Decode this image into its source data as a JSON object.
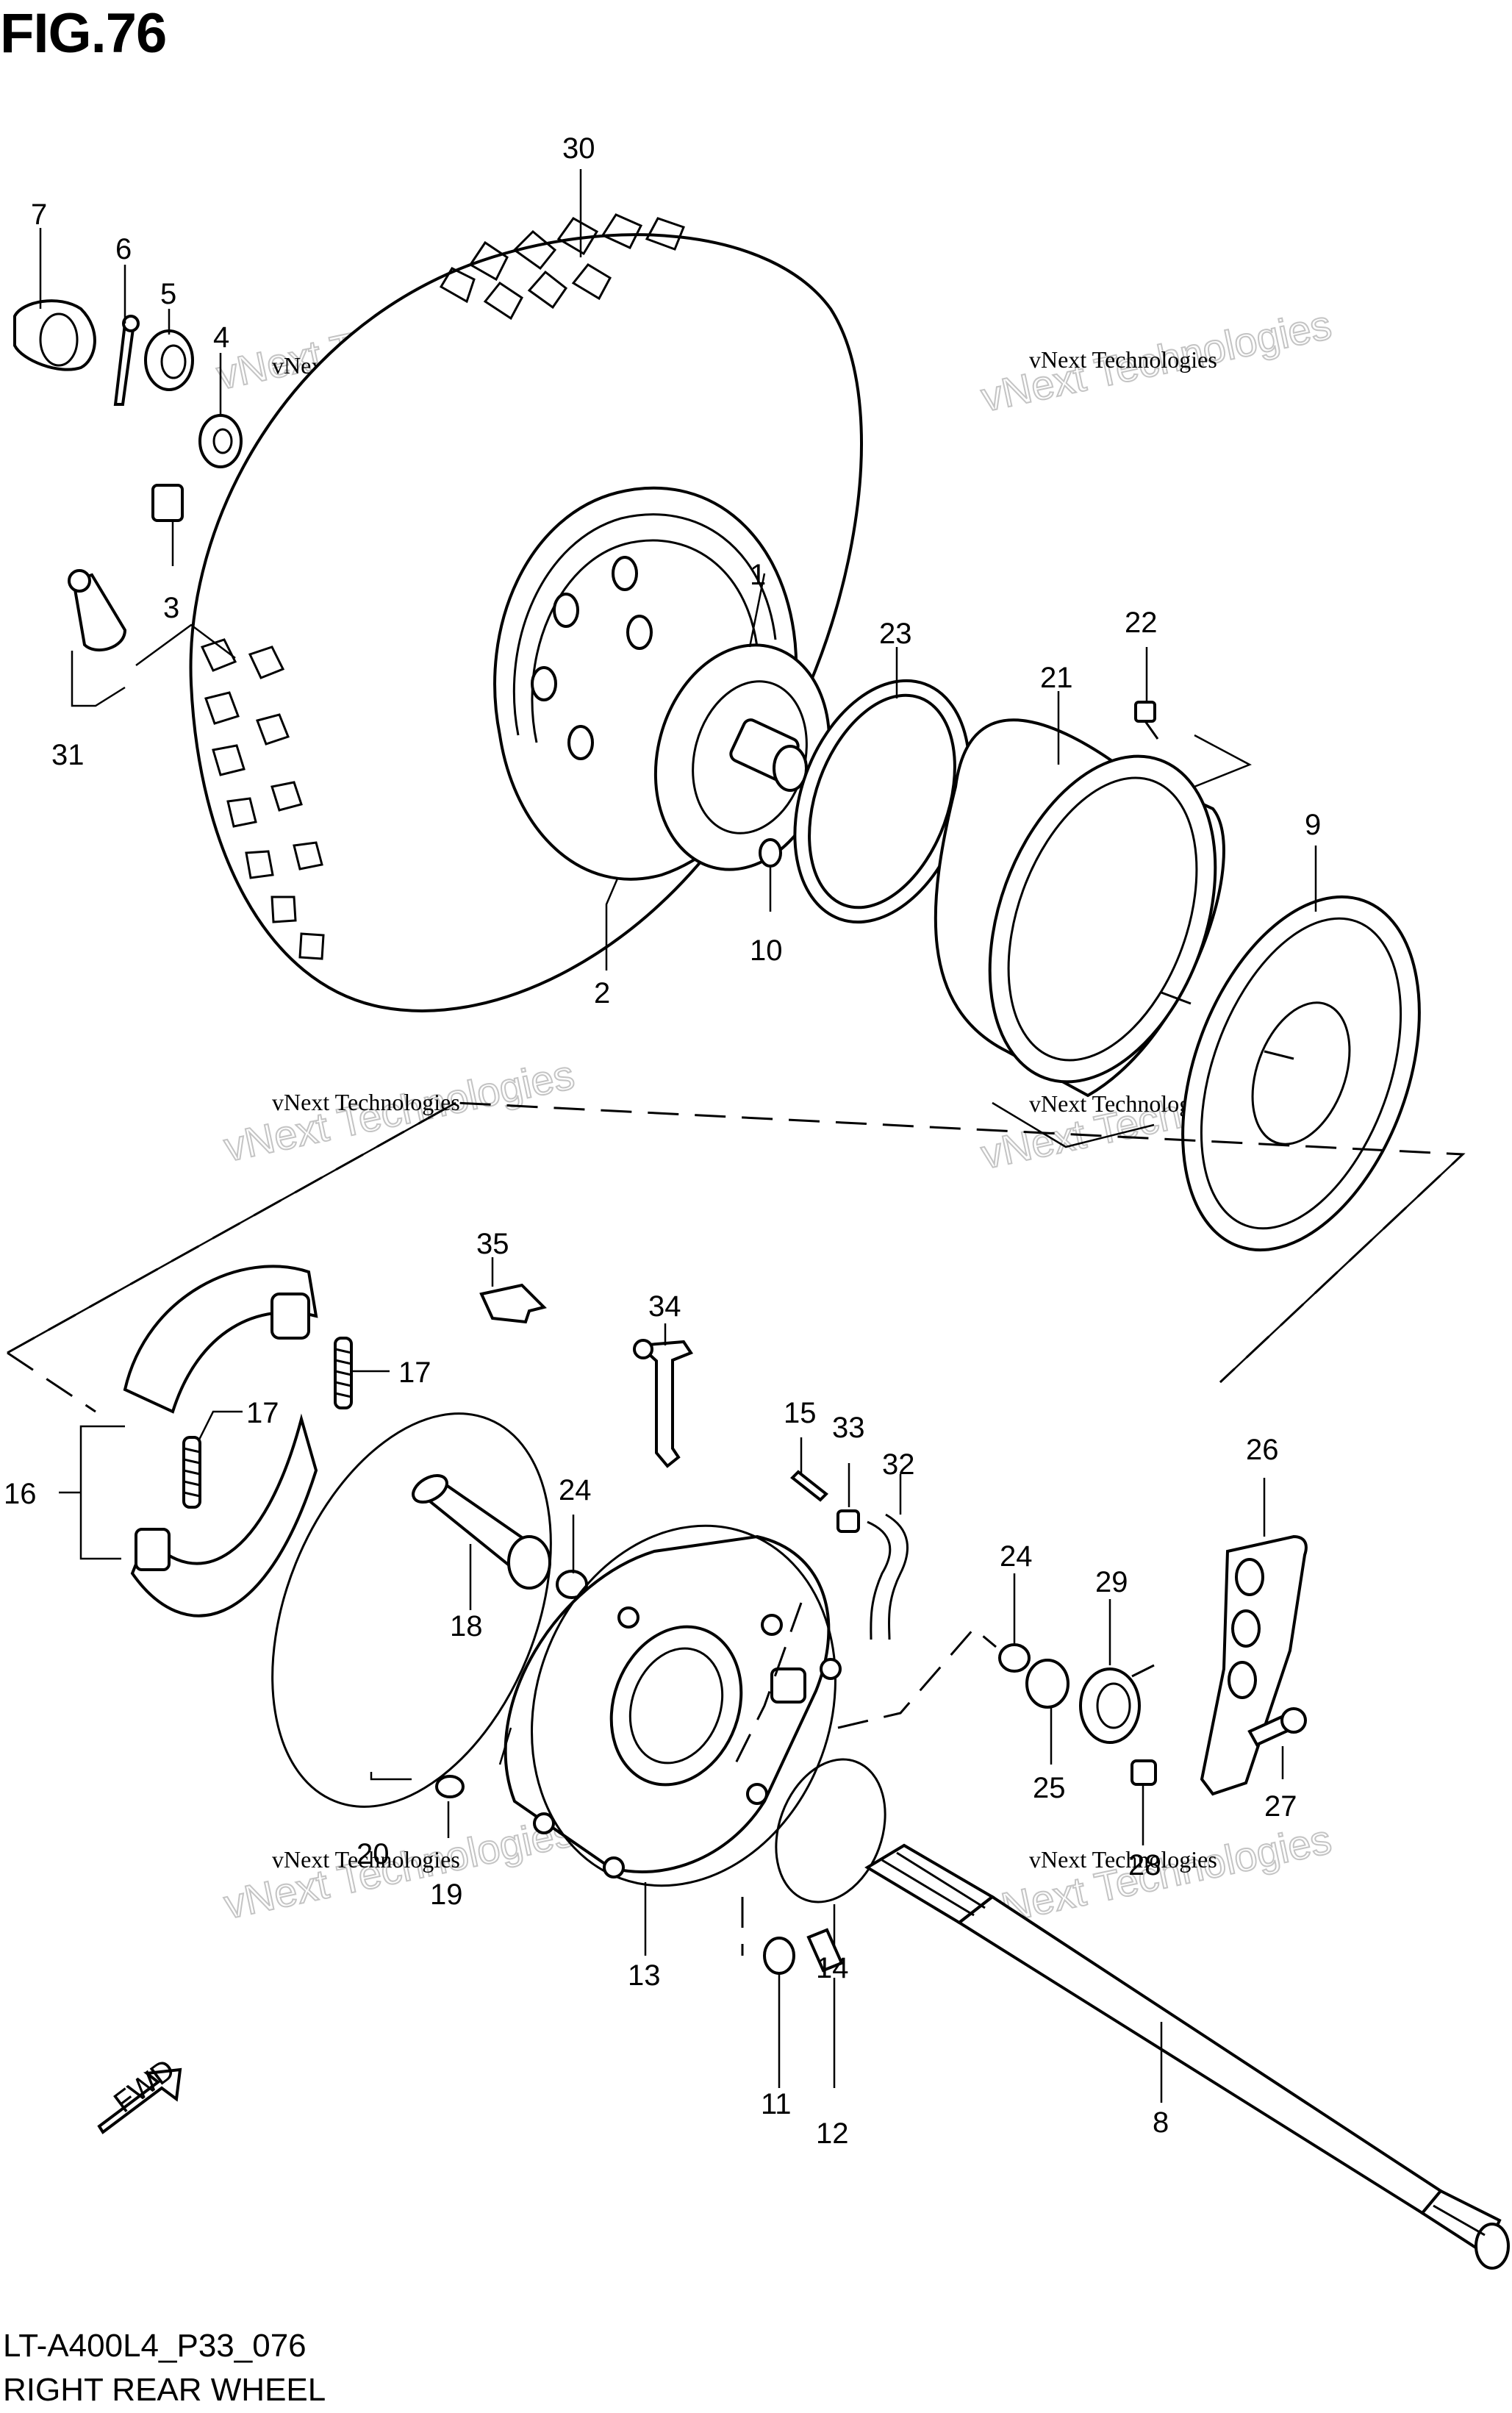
{
  "figure": {
    "title": "FIG.76",
    "code": "LT-A400L4_P33_076",
    "name": "RIGHT REAR WHEEL"
  },
  "watermark": {
    "small": "vNext Technologies",
    "large": "vNext Technologies"
  },
  "callouts": {
    "c1": "1",
    "c2": "2",
    "c3": "3",
    "c4": "4",
    "c5": "5",
    "c6": "6",
    "c7": "7",
    "c8": "8",
    "c9": "9",
    "c10": "10",
    "c11": "11",
    "c12": "12",
    "c13": "13",
    "c14": "14",
    "c15": "15",
    "c16": "16",
    "c17a": "17",
    "c17b": "17",
    "c18": "18",
    "c19": "19",
    "c20": "20",
    "c21": "21",
    "c22": "22",
    "c23": "23",
    "c24a": "24",
    "c24b": "24",
    "c25": "25",
    "c26": "26",
    "c27": "27",
    "c28": "28",
    "c29": "29",
    "c30": "30",
    "c31": "31",
    "c32": "32",
    "c33": "33",
    "c34": "34",
    "c35": "35"
  },
  "fwd_badge": "FWD"
}
